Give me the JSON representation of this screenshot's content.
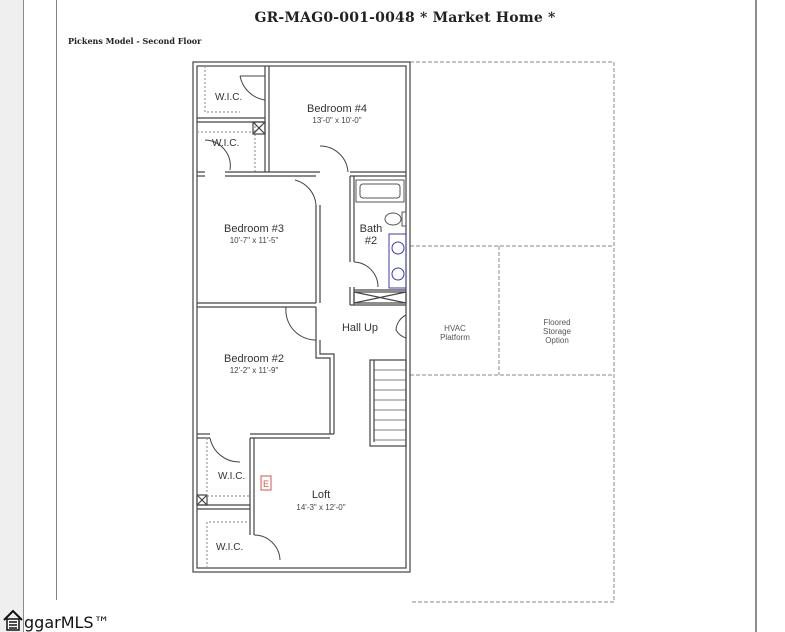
{
  "document": {
    "title": "GR-MAG0-001-0048 * Market Home *",
    "subtitle": "Pickens Model - Second Floor"
  },
  "floor_plan": {
    "rooms": {
      "bedroom4": {
        "name": "Bedroom #4",
        "dims": "13'-0\" x 10'-0\""
      },
      "bedroom3": {
        "name": "Bedroom #3",
        "dims": "10'-7\" x 11'-5\""
      },
      "bedroom2": {
        "name": "Bedroom #2",
        "dims": "12'-2\" x 11'-9\""
      },
      "loft": {
        "name": "Loft",
        "dims": "14'-3\" x 12'-0\""
      },
      "bath2": {
        "line1": "Bath",
        "line2": "#2"
      },
      "hall": {
        "name": "Hall Up"
      },
      "wic_top": {
        "name": "W.I.C."
      },
      "wic_second": {
        "name": "W.I.C."
      },
      "wic_third": {
        "name": "W.I.C."
      },
      "wic_bottom": {
        "name": "W.I.C."
      },
      "hvac": {
        "line1": "HVAC",
        "line2": "Platform"
      },
      "storage": {
        "line1": "Floored",
        "line2": "Storage",
        "line3": "Option"
      }
    },
    "panel_marker": "E",
    "colors": {
      "wall": "#444444",
      "dashed": "#888888",
      "vanity": "#3b3bb0",
      "panel": "#d9534f"
    }
  },
  "footer": {
    "logo_text": "ggarMLS™"
  }
}
